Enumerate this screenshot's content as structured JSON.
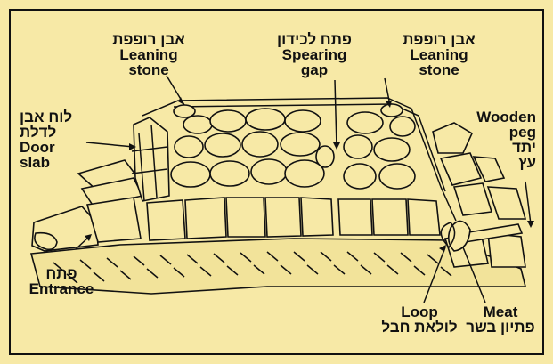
{
  "colors": {
    "background": "#f7e9a6",
    "ink": "#111111",
    "frame": "#111111"
  },
  "labels": {
    "leaning_left": {
      "hebrew": "אבן רופפת",
      "english_1": "Leaning",
      "english_2": "stone"
    },
    "spearing_gap": {
      "hebrew": "פתח לכידון",
      "english_1": "Spearing",
      "english_2": "gap"
    },
    "leaning_right": {
      "hebrew": "אבן רופפת",
      "english_1": "Leaning",
      "english_2": "stone"
    },
    "door_slab": {
      "hebrew_1": "לוח אבן",
      "hebrew_2": "לדלת",
      "english_1": "Door",
      "english_2": "slab"
    },
    "wooden_peg": {
      "english_1": "Wooden",
      "english_2": "peg",
      "hebrew_1": "יתד",
      "hebrew_2": "עץ"
    },
    "entrance": {
      "hebrew": "פתח",
      "english": "Entrance"
    },
    "loop": {
      "english": "Loop",
      "hebrew": "לולאת חבל"
    },
    "meat": {
      "english": "Meat",
      "hebrew": "פתיון בשר"
    }
  }
}
